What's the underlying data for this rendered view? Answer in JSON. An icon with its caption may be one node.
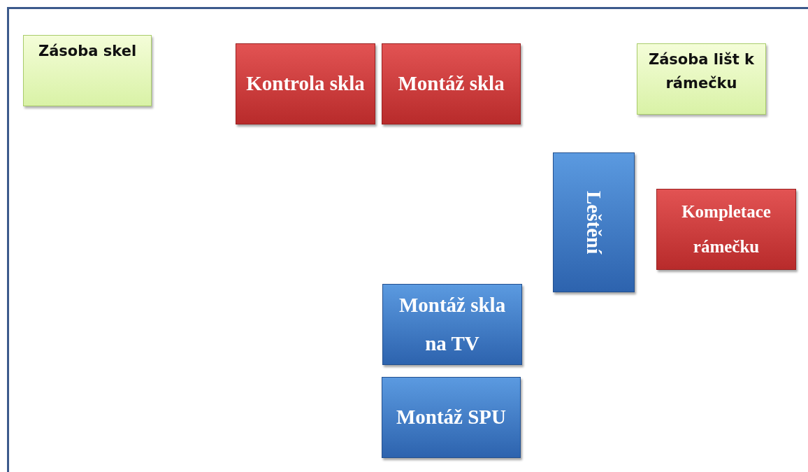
{
  "diagram": {
    "nodes": [
      {
        "text": [
          "Zásoba skel"
        ]
      },
      {
        "text": [
          "Kontrola skla"
        ]
      },
      {
        "text": [
          "Montáž skla"
        ]
      },
      {
        "text": [
          "Zásoba lišt k rámečku"
        ]
      },
      {
        "text": [
          "Leštění"
        ]
      },
      {
        "text": [
          "Kompletace rámečku"
        ]
      },
      {
        "text": [
          "Montáž skla na TV"
        ]
      },
      {
        "text": [
          "Montáž SPU"
        ]
      }
    ]
  }
}
